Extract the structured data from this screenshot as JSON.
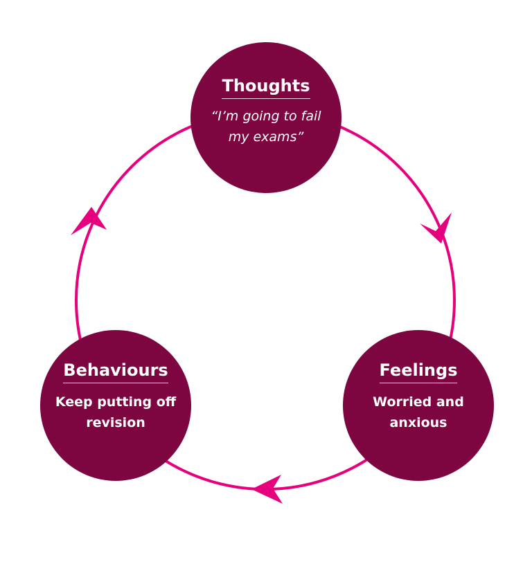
{
  "colors": {
    "node_fill": "#7d0540",
    "node_text": "#ffffff",
    "cycle_line": "#e6007e",
    "arrow": "#e6007e",
    "title_underline": "#f2dbe6",
    "background": "#ffffff"
  },
  "nodes": {
    "thoughts": {
      "title": "Thoughts",
      "text": "“I’m going to fail my exams”"
    },
    "feelings": {
      "title": "Feelings",
      "text": "Worried and anxious"
    },
    "behaviours": {
      "title": "Behaviours",
      "text": "Keep putting off revision"
    }
  },
  "cycle": {
    "direction": "clockwise",
    "sequence": [
      "thoughts",
      "feelings",
      "behaviours"
    ],
    "arrow_icons": [
      "arrow-thoughts-to-feelings-icon",
      "arrow-feelings-to-behaviours-icon",
      "arrow-behaviours-to-thoughts-icon"
    ]
  }
}
